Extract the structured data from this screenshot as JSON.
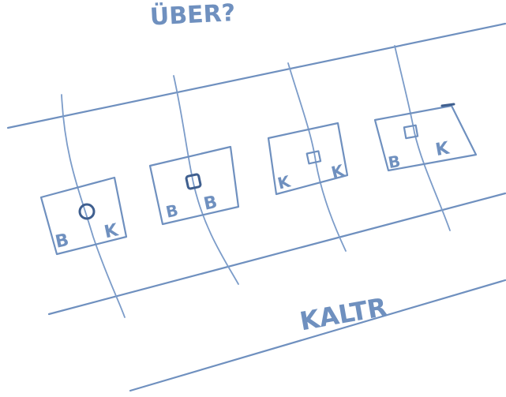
{
  "diagram": {
    "label_top": "ÜBER?",
    "label_bottom": "KALTR",
    "cells": [
      {
        "left_label": "B",
        "right_label": "K"
      },
      {
        "left_label": "B",
        "right_label": "B"
      },
      {
        "left_label": "K",
        "right_label": "K"
      },
      {
        "left_label": "B",
        "right_label": "K"
      }
    ]
  },
  "ink_color": "#6f90bf"
}
